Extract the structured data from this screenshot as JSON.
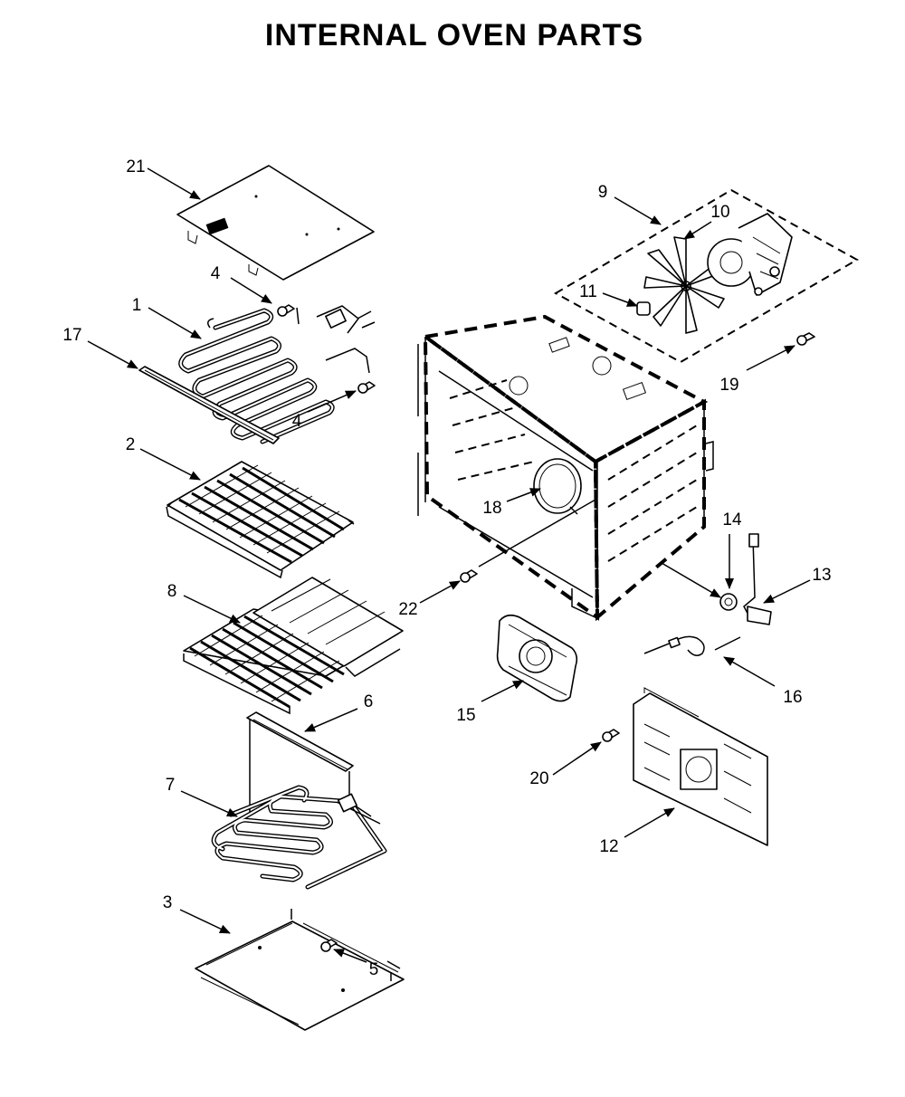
{
  "title": "INTERNAL OVEN PARTS",
  "callouts": [
    "21",
    "4",
    "1",
    "17",
    "4",
    "2",
    "8",
    "6",
    "7",
    "3",
    "5",
    "9",
    "10",
    "11",
    "19",
    "18",
    "22",
    "14",
    "13",
    "16",
    "15",
    "20",
    "12"
  ]
}
